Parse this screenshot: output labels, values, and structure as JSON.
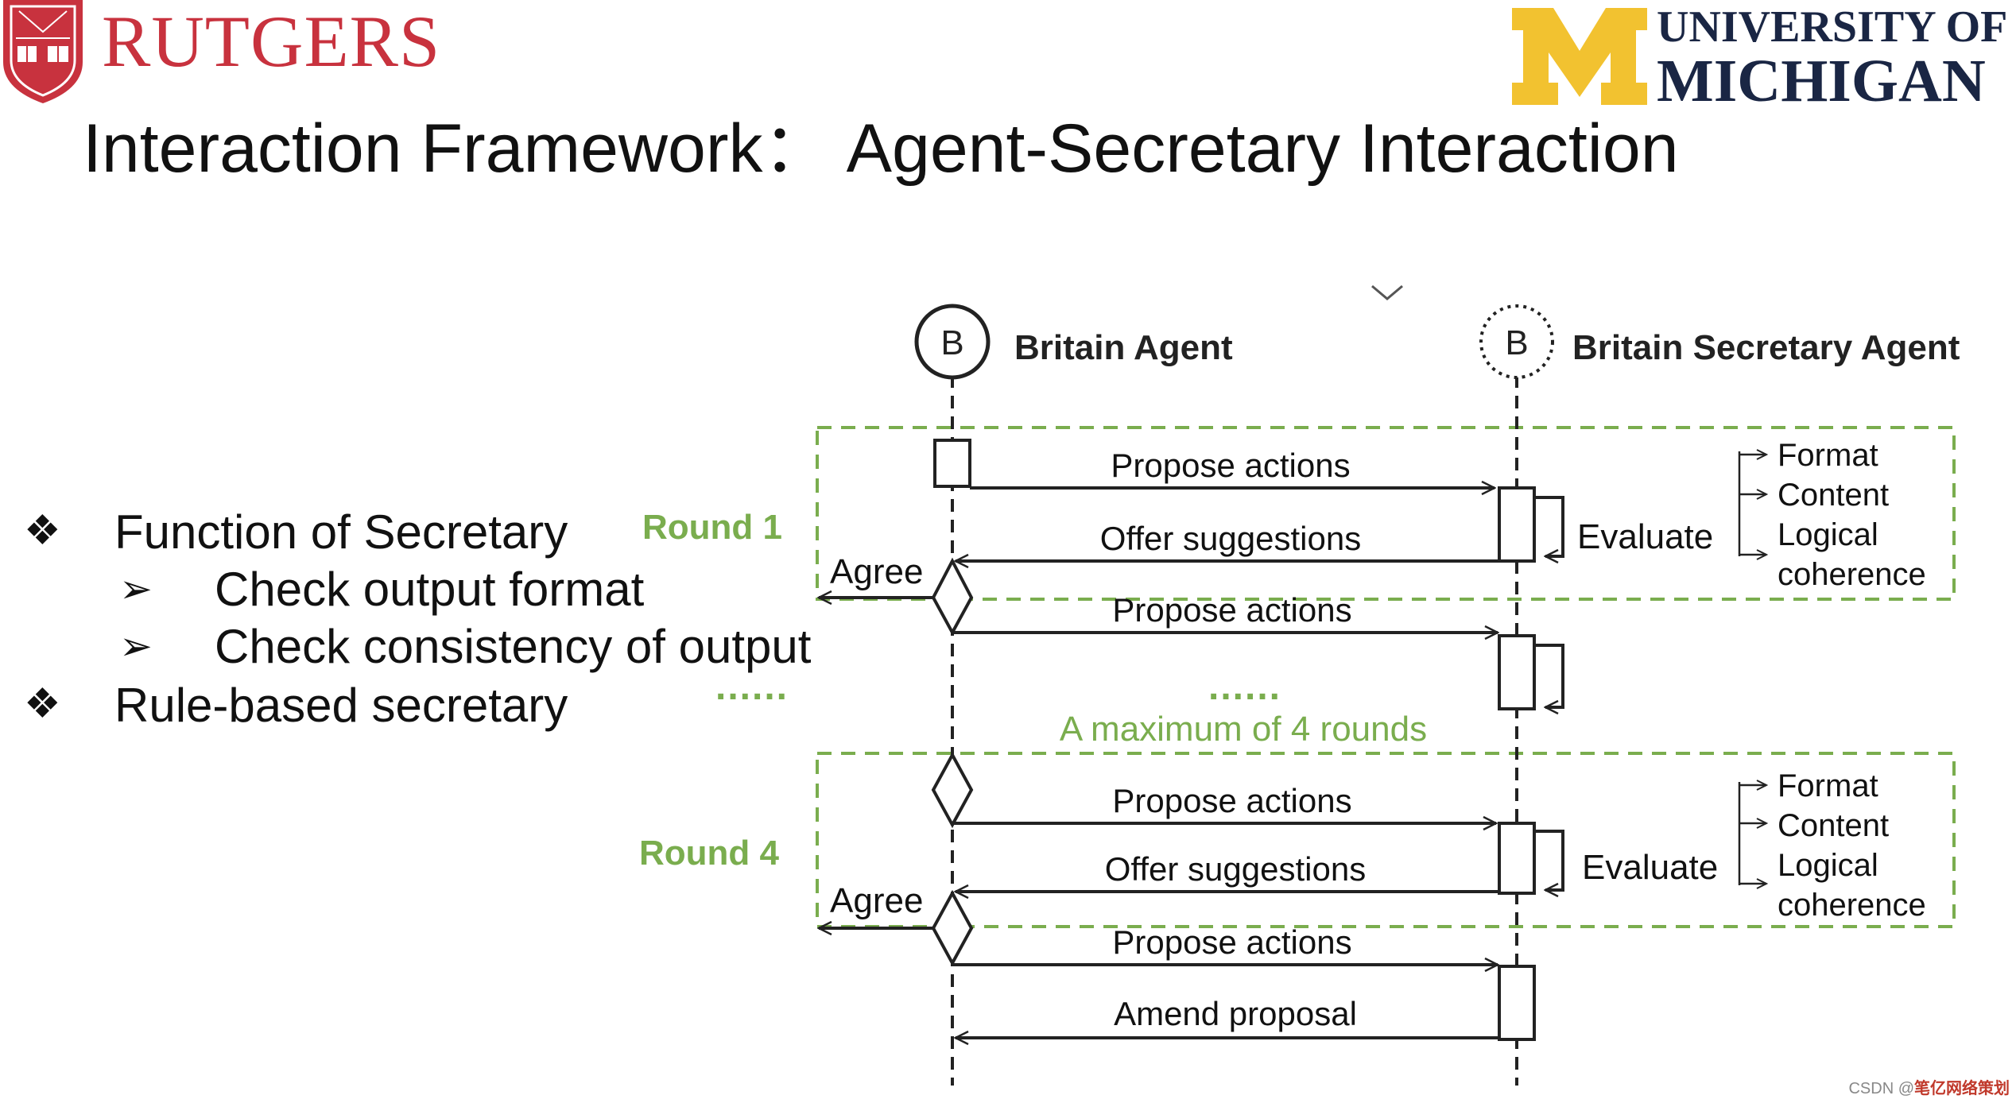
{
  "header": {
    "left_logo_text": "RUTGERS",
    "right_logo_line1": "UNIVERSITY OF",
    "right_logo_line2": "MICHIGAN",
    "title": "Interaction Framework： Agent-Secretary Interaction"
  },
  "bullets": {
    "items": [
      {
        "marker": "❖",
        "text": "Function of Secretary"
      },
      {
        "marker": "➢",
        "text": "Check output format"
      },
      {
        "marker": "➢",
        "text": "Check consistency of output"
      },
      {
        "marker": "❖",
        "text": "Rule-based secretary"
      }
    ]
  },
  "diagram": {
    "agent_left": {
      "badge": "B",
      "name": "Britain Agent"
    },
    "agent_right": {
      "badge": "B",
      "name": "Britain Secretary Agent"
    },
    "round1_label": "Round 1",
    "round4_label": "Round 4",
    "messages": {
      "propose": "Propose actions",
      "offer": "Offer suggestions",
      "amend": "Amend proposal",
      "agree": "Agree",
      "evaluate": "Evaluate"
    },
    "criteria": [
      "Format",
      "Content",
      "Logical",
      "coherence"
    ],
    "ellipsis": "......",
    "max_rounds": "A maximum of 4 rounds",
    "colors": {
      "green": "#7aad4e",
      "line": "#222222",
      "rutgers_red": "#c8323e",
      "michigan_maize": "#f2c230",
      "michigan_blue": "#1a2644"
    }
  },
  "watermark": {
    "prefix": "CSDN @",
    "brand": "笔亿网络策划"
  }
}
